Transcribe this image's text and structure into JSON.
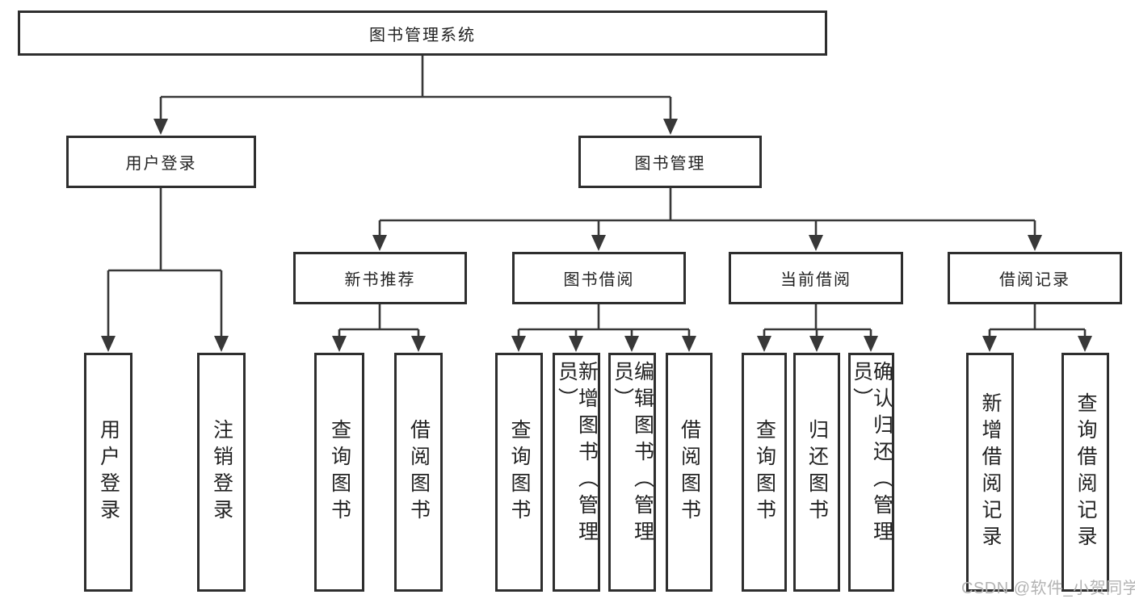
{
  "tree": {
    "root": {
      "label": "图书管理系统"
    },
    "branches": [
      {
        "label": "用户登录",
        "children": [
          {
            "label": "用户登录"
          },
          {
            "label": "注销登录"
          }
        ]
      },
      {
        "label": "图书管理",
        "children": [
          {
            "label": "新书推荐",
            "children": [
              {
                "label": "查询图书"
              },
              {
                "label": "借阅图书"
              }
            ]
          },
          {
            "label": "图书借阅",
            "children": [
              {
                "label": "查询图书"
              },
              {
                "label": "新增图书（管理员）"
              },
              {
                "label": "编辑图书（管理员）"
              },
              {
                "label": "借阅图书"
              }
            ]
          },
          {
            "label": "当前借阅",
            "children": [
              {
                "label": "查询图书"
              },
              {
                "label": "归还图书"
              },
              {
                "label": "确认归还（管理员）"
              }
            ]
          },
          {
            "label": "借阅记录",
            "children": [
              {
                "label": "新增借阅记录"
              },
              {
                "label": "查询借阅记录"
              }
            ]
          }
        ]
      }
    ]
  },
  "watermark": {
    "text": "CSDN @软件_小贺同学"
  },
  "colors": {
    "line": "#383838",
    "box_border": "#2e2e2e",
    "text": "#222222",
    "watermark": "#b3b3b3",
    "background": "#ffffff"
  }
}
